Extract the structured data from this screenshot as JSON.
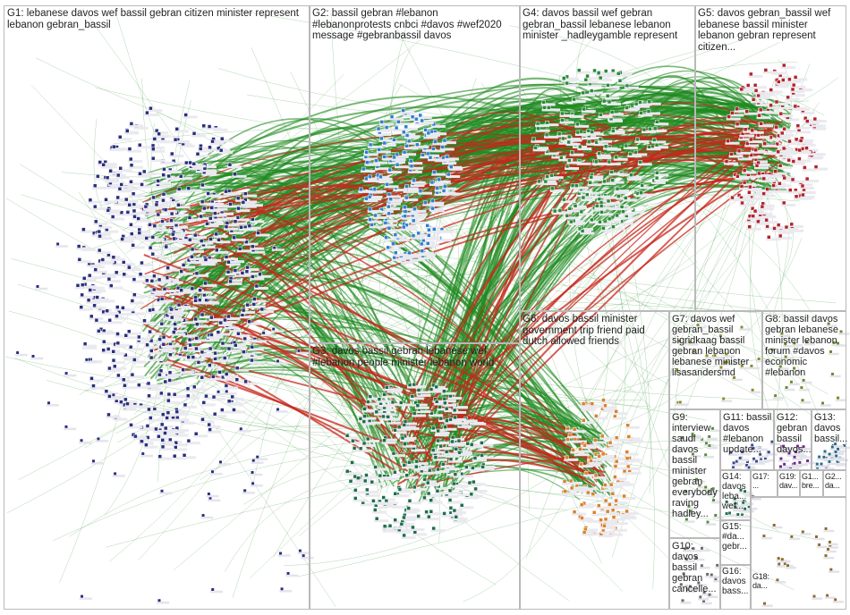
{
  "graph": {
    "groups": [
      {
        "id": "G1",
        "label": "G1: lebanese davos wef bassil gebran citizen minister represent\nlebanon gebran_bassil",
        "color": "#2a2f7c"
      },
      {
        "id": "G2",
        "label": "G2: bassil gebran #lebanon\n#lebanonprotests cnbci #davos #wef2020\nmessage #gebranbassil davos",
        "color": "#2e7fd1"
      },
      {
        "id": "G3",
        "label": "G3: davos bassil gebran lebanese wef\n#lebanon people minister lebanon world",
        "color": "#1f6e4a"
      },
      {
        "id": "G4",
        "label": "G4: davos bassil wef gebran\ngebran_bassil lebanese lebanon\nminister _hadleygamble represent",
        "color": "#2a8a3a"
      },
      {
        "id": "G5",
        "label": "G5: davos gebran_bassil wef\nlebanese bassil minister\nlebanon gebran represent\ncitizen...",
        "color": "#b3232b"
      },
      {
        "id": "G6",
        "label": "G6: davos bassil minister\ngovernment trip friend paid\ndutch allowed friends",
        "color": "#d9822b"
      },
      {
        "id": "G7",
        "label": "G7: davos wef\ngebran_bassil\nsigridkaag bassil\ngebran lebanon\nlebanese minister\nlisasandersmd",
        "color": "#8a8a2a"
      },
      {
        "id": "G8",
        "label": "G8: bassil davos\ngebran lebanese\nminister lebanon\nforum #davos\neconomic\n#lebanon",
        "color": "#6a8a2a"
      },
      {
        "id": "G9",
        "label": "G9:\ninterview\nsaudi\ndavos\nbassil\nminister\ngebran\neverybody\nraving\nhadley...",
        "color": "#333"
      },
      {
        "id": "G10",
        "label": "G10:\ndavos\nbassil\ngebran\ncancelle...",
        "color": "#333"
      },
      {
        "id": "G11",
        "label": "G11: bassil\ndavos\n#lebanon\nupdate...",
        "color": "#333"
      },
      {
        "id": "G12",
        "label": "G12:\ngebran\nbassil\ndavos...",
        "color": "#333"
      },
      {
        "id": "G13",
        "label": "G13:\ndavos\nbassil...",
        "color": "#333"
      },
      {
        "id": "G14",
        "label": "G14:\ndavos\nleba...\nwef...",
        "color": "#333"
      },
      {
        "id": "G15",
        "label": "G15:\n#da...\ngebr...",
        "color": "#333"
      },
      {
        "id": "G16",
        "label": "G16:\ndavos\nbass...",
        "color": "#333"
      },
      {
        "id": "G17",
        "label": "G17:\n...",
        "color": "#333"
      },
      {
        "id": "G18",
        "label": "G18:\nda...",
        "color": "#333"
      },
      {
        "id": "G19",
        "label": "G19:\ndav...",
        "color": "#333"
      },
      {
        "id": "G1x",
        "label": "G1...\nbre...",
        "color": "#333"
      },
      {
        "id": "G2x",
        "label": "G2...\nda...",
        "color": "#333"
      }
    ],
    "edge_colors": {
      "within": "#1f8a1f",
      "cross": "#c8261b"
    }
  }
}
